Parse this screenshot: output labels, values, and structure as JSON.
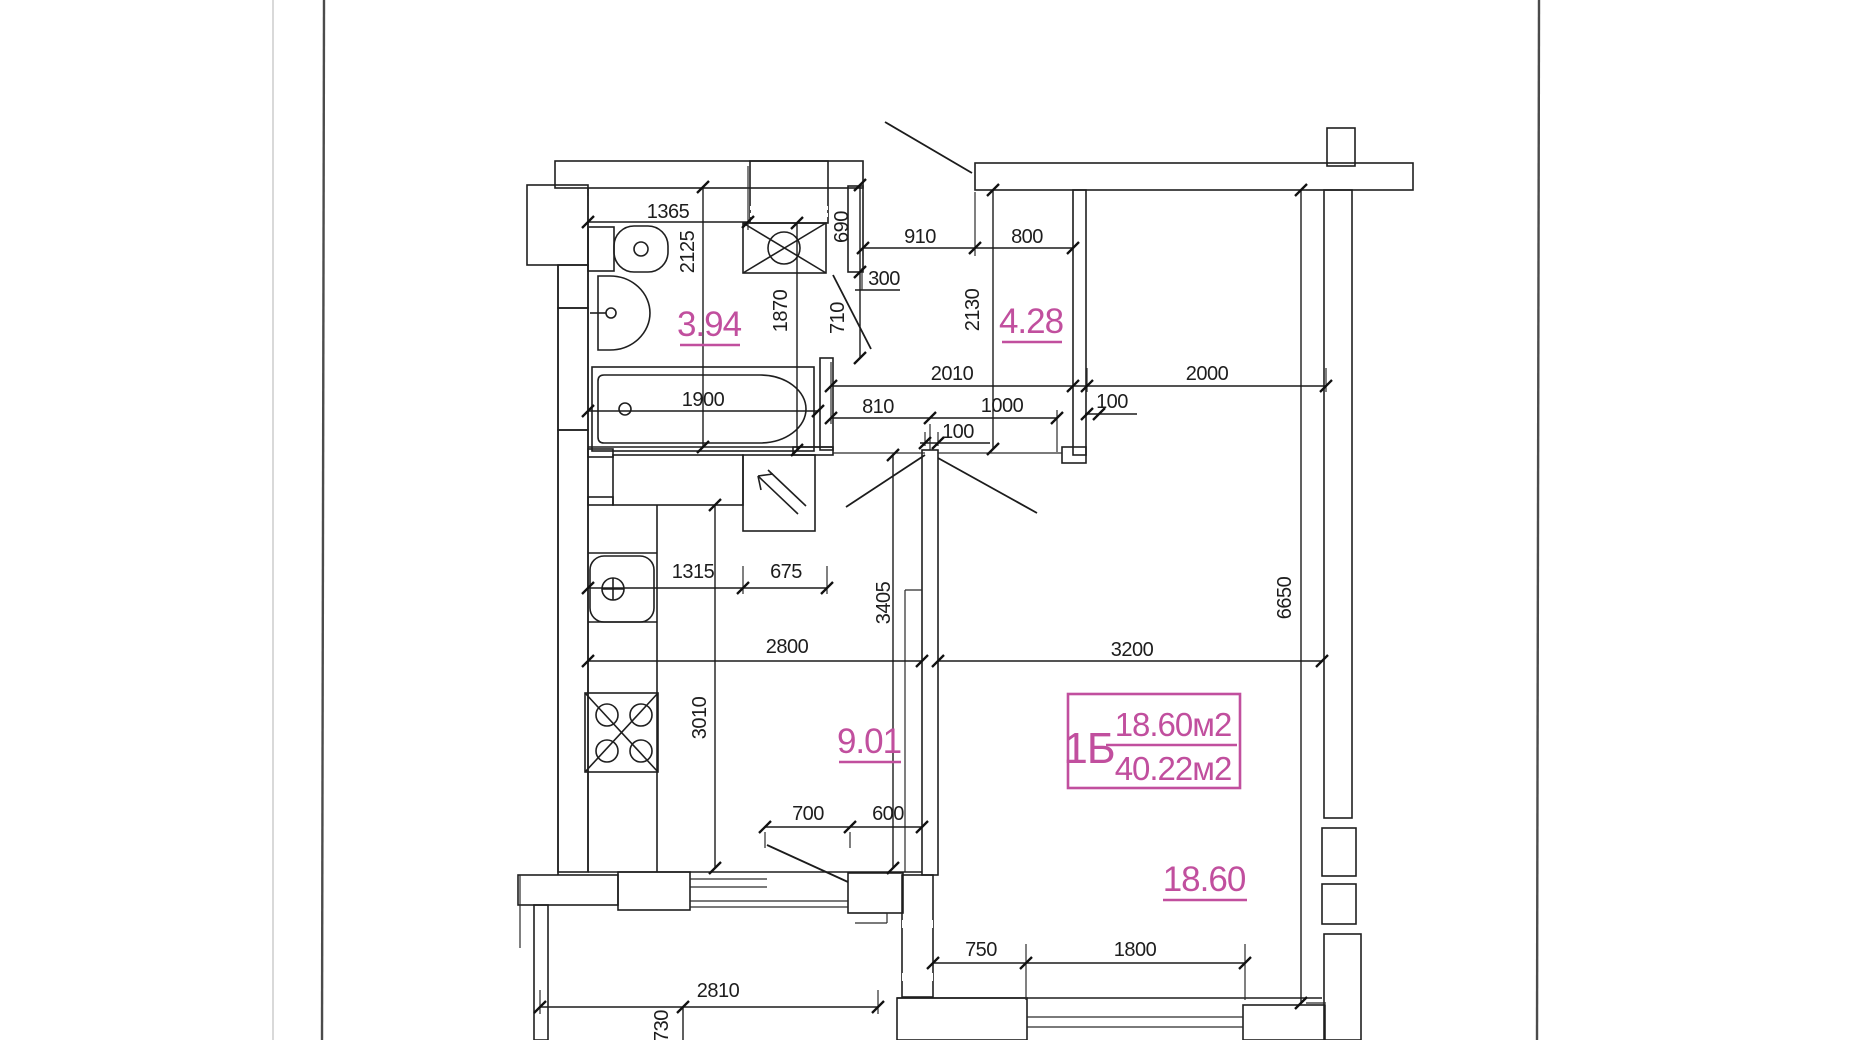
{
  "plan": {
    "rooms": {
      "bathroom": "3.94",
      "hallway": "4.28",
      "kitchen": "9.01",
      "living": "18.60"
    },
    "apartment_tag": {
      "type": "1Б",
      "living_area": "18.60м2",
      "total_area": "40.22м2"
    },
    "dims": {
      "d1365": "1365",
      "d2125": "2125",
      "d1870": "1870",
      "d690": "690",
      "d710": "710",
      "d300": "300",
      "d910": "910",
      "d800": "800",
      "d2130": "2130",
      "d2010": "2010",
      "d2000": "2000",
      "d810": "810",
      "d1000": "1000",
      "d100": "100",
      "d1900": "1900",
      "d1315": "1315",
      "d675": "675",
      "d2800": "2800",
      "d3200": "3200",
      "d3405": "3405",
      "d3010": "3010",
      "d6650": "6650",
      "d700": "700",
      "d600": "600",
      "d750": "750",
      "d1800": "1800",
      "d2810": "2810",
      "d730": "730"
    },
    "colors": {
      "wall_yellow": "#F1EEA3",
      "wall_blue": "#3E96DA",
      "wall_blue_hatch": "#2C7EC2",
      "label_magenta": "#C14F9E",
      "line_black": "#1d1d1d"
    }
  }
}
